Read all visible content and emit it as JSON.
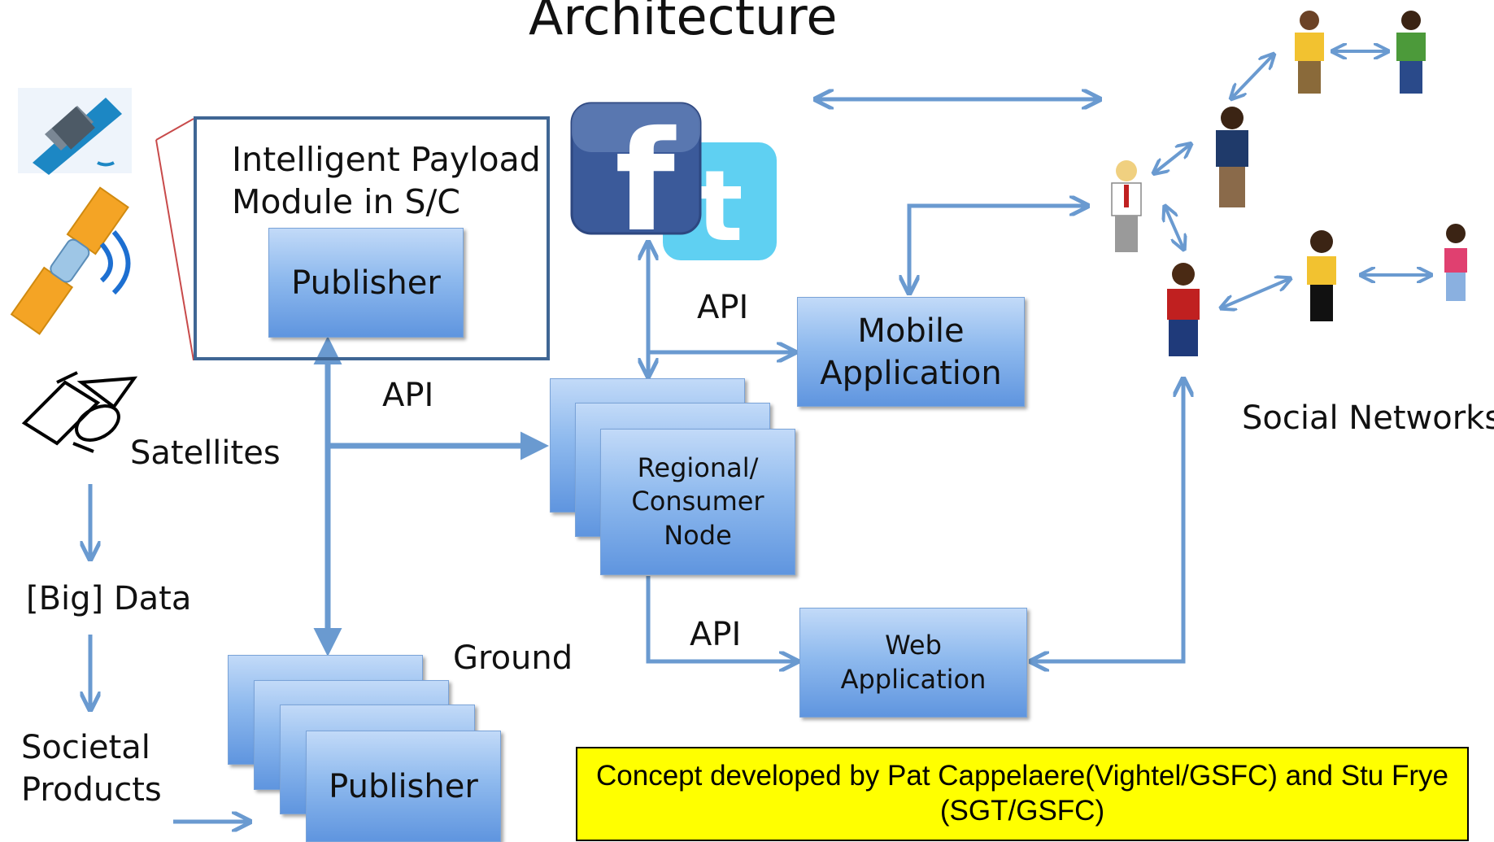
{
  "title": "Architecture",
  "payload_module": {
    "label": "Intelligent Payload\nModule in S/C"
  },
  "publisher_spacecraft": {
    "label": "Publisher"
  },
  "publisher_ground": {
    "label": "Publisher"
  },
  "regional_node": {
    "label": "Regional/\nConsumer\nNode"
  },
  "mobile_app": {
    "label": "Mobile\nApplication"
  },
  "web_app": {
    "label": "Web\nApplication"
  },
  "labels": {
    "satellites": "Satellites",
    "big_data": "[Big] Data",
    "societal_products": "Societal\nProducts",
    "ground": "Ground",
    "api_publisher": "API",
    "api_social": "API",
    "api_web": "API",
    "social_networks": "Social Networks"
  },
  "icons": {
    "facebook": "f",
    "twitter": "t"
  },
  "colors": {
    "arrow": "#6a9ad0",
    "box_top": "#c2daf8",
    "box_bottom": "#5f95df",
    "frame": "#3f6694",
    "note_bg": "#ffff00"
  },
  "concept_note": "Concept developed by Pat Cappelaere(Vightel/GSFC) and Stu Frye (SGT/GSFC)"
}
